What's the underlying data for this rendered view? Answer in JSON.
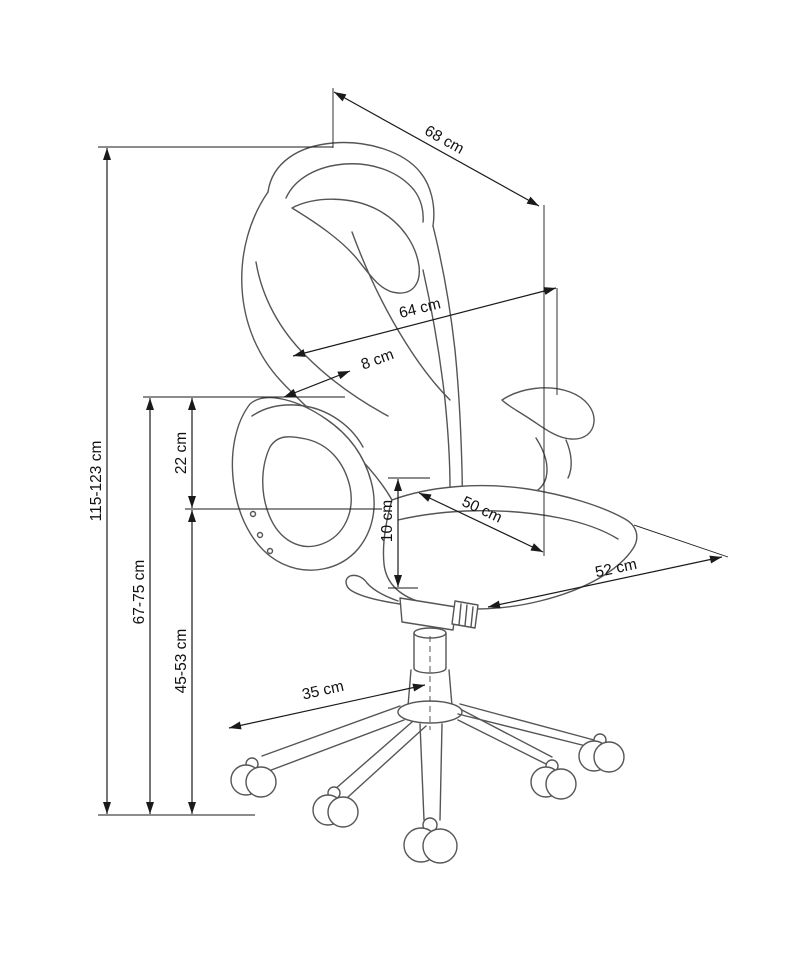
{
  "diagram": {
    "labels": {
      "d68": "68 cm",
      "d64": "64 cm",
      "d8": "8 cm",
      "d22": "22 cm",
      "d115": "115-123 cm",
      "d67": "67-75 cm",
      "d45": "45-53 cm",
      "d10": "10 cm",
      "d50": "50 cm",
      "d52": "52 cm",
      "d35": "35 cm"
    },
    "colors": {
      "background": "#ffffff",
      "dimension_line": "#1a1a1a",
      "chair_line": "#555555"
    }
  }
}
